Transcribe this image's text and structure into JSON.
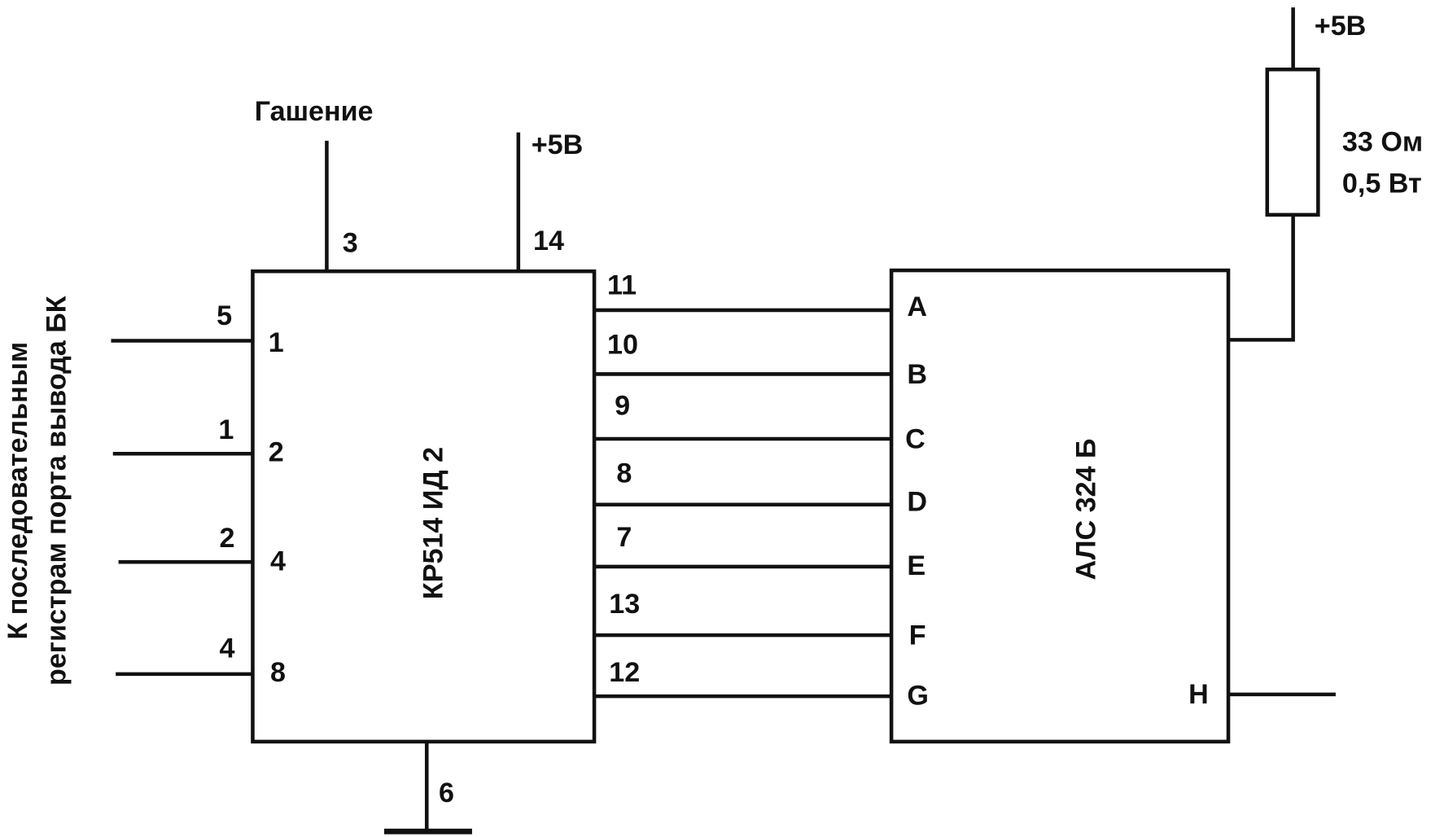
{
  "title_left": {
    "line1": "К последовательным",
    "line2": "регистрам порта вывода БК"
  },
  "decoder": {
    "name": "КР514 ИД 2",
    "blank_label": "Гашение",
    "blank_pin": "3",
    "vcc_label": "+5В",
    "vcc_pin": "14",
    "gnd_pin": "6",
    "inputs": [
      {
        "ext": "5",
        "pin": "1"
      },
      {
        "ext": "1",
        "pin": "2"
      },
      {
        "ext": "2",
        "pin": "4"
      },
      {
        "ext": "4",
        "pin": "8"
      }
    ],
    "outputs": [
      "11",
      "10",
      "9",
      "8",
      "7",
      "13",
      "12"
    ]
  },
  "display": {
    "name": "АЛС 324 Б",
    "segments": [
      "A",
      "B",
      "C",
      "D",
      "E",
      "F",
      "G"
    ],
    "h_pin": "H"
  },
  "resistor": {
    "vcc_label": "+5В",
    "value": "33 Ом",
    "power": "0,5 Вт"
  }
}
